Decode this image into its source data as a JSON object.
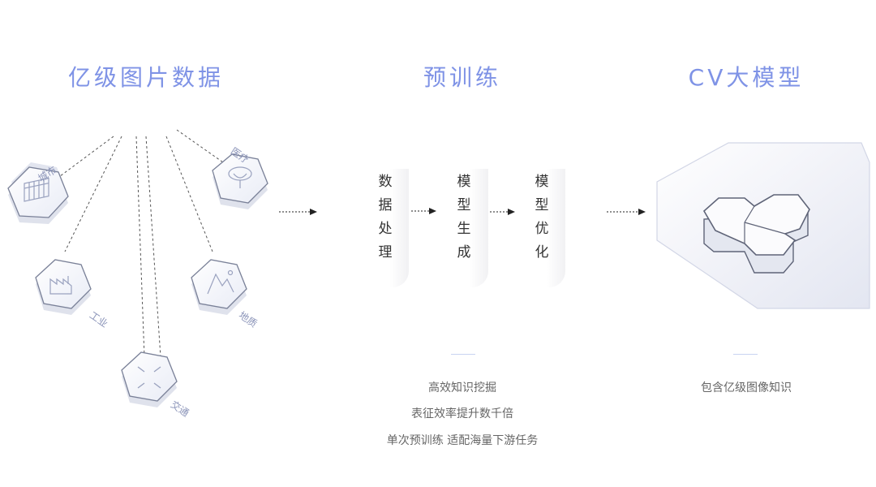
{
  "titles": {
    "data": "亿级图片数据",
    "pretrain": "预训练",
    "model": "CV大模型"
  },
  "categories": {
    "city": "城市",
    "medical": "医疗",
    "industry": "工业",
    "geology": "地质",
    "traffic": "交通"
  },
  "pipeline": {
    "step1": "数据处理",
    "step2": "模型生成",
    "step3": "模型优化"
  },
  "captions": {
    "pretrain_1": "高效知识挖掘",
    "pretrain_2": "表征效率提升数千倍",
    "pretrain_3": "单次预训练 适配海量下游任务",
    "model_1": "包含亿级图像知识"
  },
  "colors": {
    "title": "#7f93e6",
    "text": "#333333",
    "caption": "#666666",
    "hex_face": "#eef0f7",
    "hex_edge": "#7a8198"
  },
  "icons": {
    "city": "building-icon",
    "medical": "stethoscope-icon",
    "industry": "factory-icon",
    "geology": "mountain-icon",
    "traffic": "crossroad-icon"
  }
}
